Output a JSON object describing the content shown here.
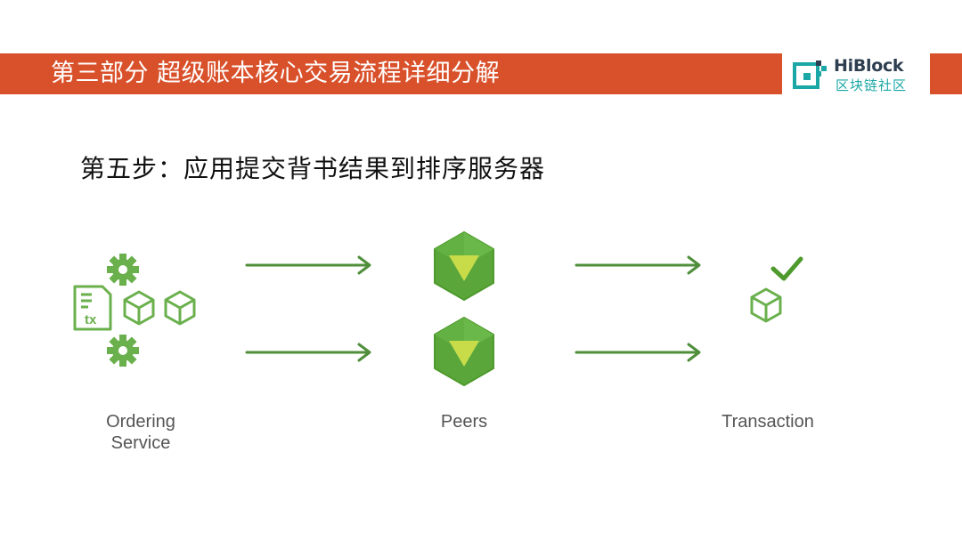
{
  "header": {
    "title": "第三部分 超级账本核心交易流程详细分解",
    "logo": {
      "name": "HiBlock",
      "subtitle": "区块链社区"
    }
  },
  "step_title": "第五步：应用提交背书结果到排序服务器",
  "diagram": {
    "nodes": [
      {
        "id": "ordering",
        "label_line1": "Ordering",
        "label_line2": "Service"
      },
      {
        "id": "peers",
        "label": "Peers"
      },
      {
        "id": "transaction",
        "label": "Transaction"
      }
    ],
    "doc_icon_text": "tx"
  },
  "colors": {
    "banner": "#d9512b",
    "green": "#6ab04c",
    "green_dark": "#4e9a2c",
    "triangle": "#c8dc4a",
    "arrow": "#4f8e3a",
    "logo_teal": "#1aa7a5",
    "logo_dark": "#2d3e50"
  }
}
